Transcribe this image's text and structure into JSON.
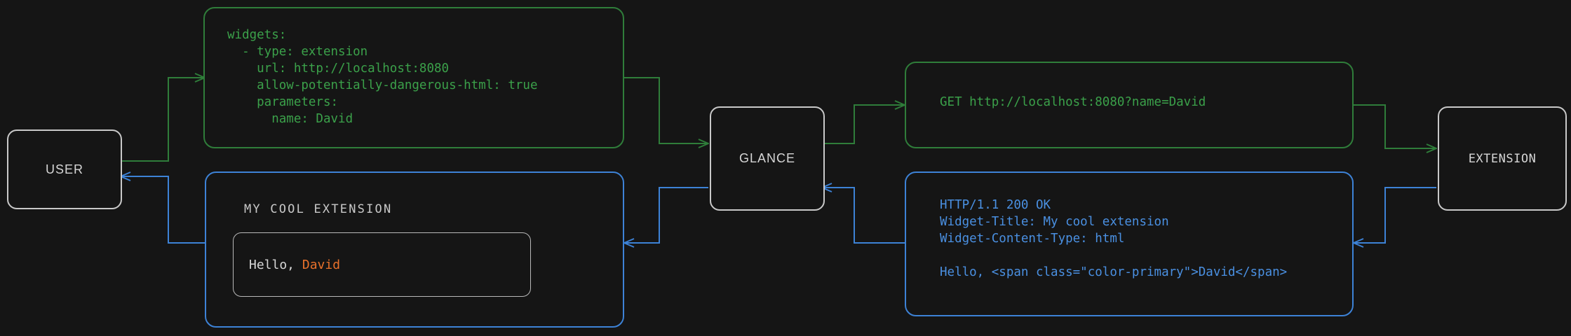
{
  "diagram": {
    "background_color": "#151515",
    "request_color": "#3ba14a",
    "response_color": "#4a90e2",
    "node_color": "#c9c9c9",
    "accent_color": "#e8712b"
  },
  "nodes": {
    "user": "USER",
    "glance": "GLANCE",
    "extension": "EXTENSION"
  },
  "config_card": {
    "lines": [
      "widgets:",
      "  - type: extension",
      "    url: http://localhost:8080",
      "    allow-potentially-dangerous-html: true",
      "    parameters:",
      "      name: David"
    ],
    "text": "widgets:\n  - type: extension\n    url: http://localhost:8080\n    allow-potentially-dangerous-html: true\n    parameters:\n      name: David"
  },
  "request_card": {
    "text": "GET http://localhost:8080?name=David"
  },
  "response_card": {
    "lines": [
      "HTTP/1.1 200 OK",
      "Widget-Title: My cool extension",
      "Widget-Content-Type: html",
      "",
      "Hello, <span class=\"color-primary\">David</span>"
    ],
    "text": "HTTP/1.1 200 OK\nWidget-Title: My cool extension\nWidget-Content-Type: html\n\nHello, <span class=\"color-primary\">David</span>"
  },
  "widget_card": {
    "title": "MY COOL EXTENSION",
    "body_prefix": "Hello, ",
    "body_accent": "David"
  }
}
